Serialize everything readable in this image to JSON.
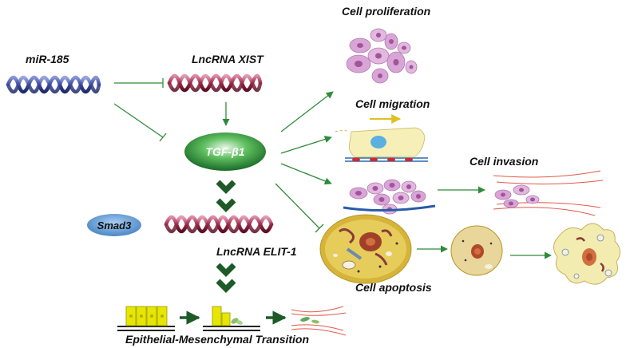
{
  "nodes": {
    "mir185": "miR-185",
    "xist": "LncRNA XIST",
    "tgfb1": "TGF-β1",
    "smad3": "Smad3",
    "elit1": "LncRNA ELIT-1"
  },
  "outcomes": {
    "proliferation": "Cell proliferation",
    "migration": "Cell migration",
    "invasion": "Cell invasion",
    "apoptosis": "Cell apoptosis",
    "emt": "Epithelial-Mesenchymal Transition"
  },
  "colors": {
    "arrow": "#2e8b3a",
    "mir_helix": "#3a4a9a",
    "lnc_helix": "#9a2a4a",
    "tgf": "#2a8a3a",
    "smad": "#5b9bd5",
    "chevron": "#1e5a28",
    "cell_pink": "#d9a5d6",
    "cell_nucleus": "#a0559a",
    "apoptosis_cell": "#d6b43a"
  }
}
